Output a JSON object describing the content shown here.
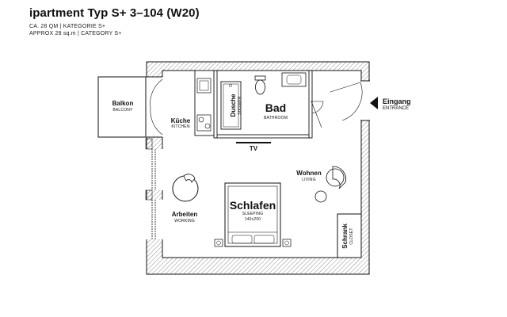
{
  "header": {
    "title": "ipartment Typ S+ 3–104 (W20)",
    "line1": "CA. 28 QM | KATEGORIE S+",
    "line2": "APPROX 28 sq.m | CATEGORY S+"
  },
  "rooms": {
    "bad": {
      "label": "Bad",
      "sub": "BATHROOM"
    },
    "dusche": {
      "label": "Dusche",
      "sub": "SHOWER"
    },
    "kueche": {
      "label": "Küche",
      "sub": "KITCHEN"
    },
    "balkon": {
      "label": "Balkon",
      "sub": "BALCONY"
    },
    "eingang": {
      "label": "Eingang",
      "sub": "ENTRANCE"
    },
    "schlafen": {
      "label": "Schlafen",
      "sub": "SLEEPING",
      "size": "140x200"
    },
    "wohnen": {
      "label": "Wohnen",
      "sub": "LIVING"
    },
    "arbeiten": {
      "label": "Arbeiten",
      "sub": "WORKING"
    },
    "schrank": {
      "label": "Schrank",
      "sub": "CLOSET"
    },
    "tv": {
      "label": "TV"
    }
  }
}
